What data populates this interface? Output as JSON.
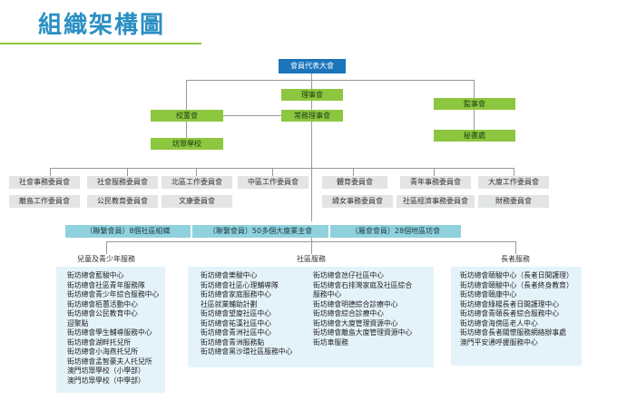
{
  "title": "組織架構圖",
  "top": {
    "assembly": "會員代表大會",
    "board": "理事會",
    "supervisors": "監事會",
    "auditors": "校董會",
    "standing": "常務理事會",
    "secretariat": "秘書處",
    "school": "坊眾學校"
  },
  "committees_row1": [
    "社會事務委員會",
    "社會服務委員會",
    "北區工作委員會",
    "中區工作委員會",
    "體育委員會",
    "青年事務委員會",
    "大廈工作委員會"
  ],
  "committees_row2": [
    "離島工作委員會",
    "公民教育委員會",
    "文康委員會",
    "婦女事務委員會",
    "社區經濟事務委員會",
    "財務委員會"
  ],
  "members": [
    "（聯繫會員）8個社區組織",
    "（聯繫會員）50多個大廈業主會",
    "（屬會會員）28個地區坊會"
  ],
  "sections": {
    "youth": {
      "label": "兒童及青少年服務",
      "items": [
        "街坊總會藍駿中心",
        "街坊總會社區青年服務隊",
        "街坊總會青少年綜合服務中心",
        "街坊總會栢蕙活動中心",
        "街坊總會公民教育中心",
        "迎聚點",
        "街坊總會學生輔導服務中心",
        "街坊總會湖畔托兒所",
        "街坊總會小海燕托兒所",
        "街坊總會孟智豪夫人托兒所",
        "澳門坊眾學校（小學部）",
        "澳門坊眾學校（中學部）"
      ]
    },
    "community": {
      "label": "社區服務",
      "col1": [
        "街坊總會樂駿中心",
        "街坊總會社區心理輔導隊",
        "街坊總會家庭服務中心",
        "社區就業輔助計劃",
        "街坊總會望廈社區中心",
        "街坊總會祐漢社區中心",
        "街坊總會青洲社區中心",
        "街坊總會青洲服務點",
        "街坊總會黑沙環社區服務中心"
      ],
      "col2": [
        "街坊總會氹仔社區中心",
        "街坊總會石排灣家庭及社區綜合",
        "服務中心",
        "街坊總會明德綜合診療中心",
        "街坊總會綜合診療中心",
        "街坊總會大廈管理資源中心",
        "街坊總會離島大廈管理資源中心",
        "街坊車服務"
      ]
    },
    "elderly": {
      "label": "長者服務",
      "items": [
        "街坊總會頤駿中心（長者日間護理）",
        "街坊總會頤駿中心（長者終身教育）",
        "街坊總會頤康中心",
        "街坊總會綠楊長者日間護理中心",
        "街坊總會青頤長者綜合服務中心",
        "街坊總會海傍區老人中心",
        "街坊總會長者關懷服務網絡辦事處",
        "澳門平安通呼援服務中心"
      ]
    }
  },
  "colors": {
    "title": "#2a8fc4",
    "accent_green": "#8dc63f",
    "assembly_blue": "#1b75bb",
    "committee_gray": "#e3e4e5",
    "member_teal": "#8fd1dc",
    "service_bg": "#e4f3fa"
  }
}
